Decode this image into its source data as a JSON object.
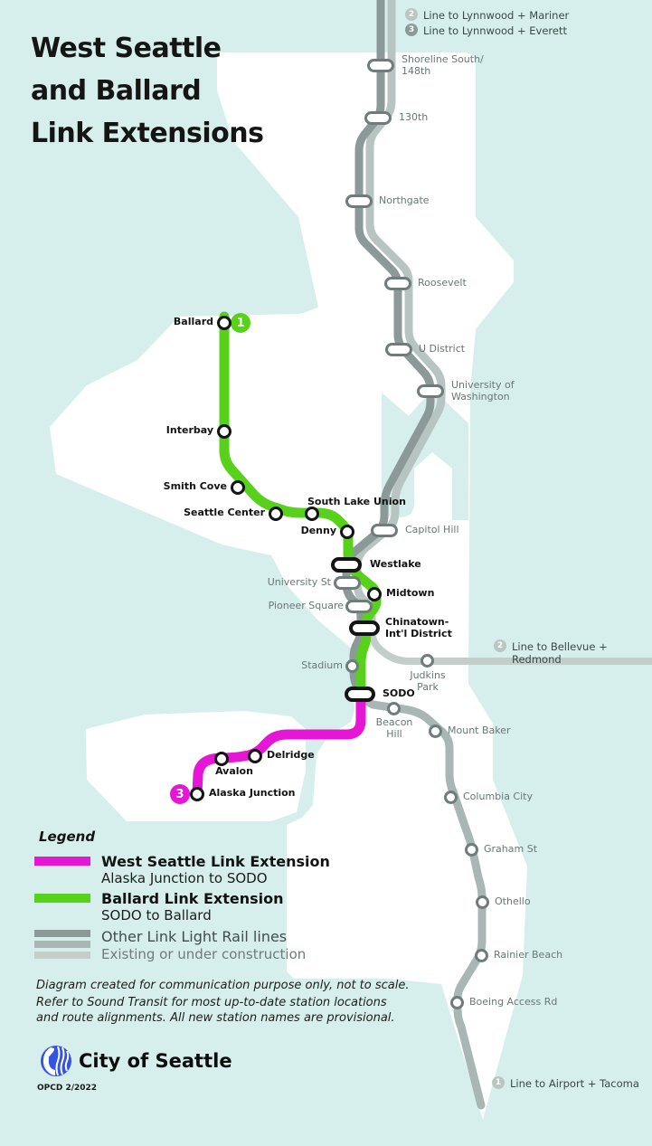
{
  "title": "West Seattle\nand Ballard\nLink Extensions",
  "colors": {
    "background_teal": "#d7efec",
    "land_white": "#ffffff",
    "west_seattle_magenta": "#e516d5",
    "ballard_green": "#58d11b",
    "rail_dark_gray": "#8b9a98",
    "rail_medium_gray": "#a9b7b4",
    "rail_light_gray": "#bfcbc8",
    "logo_blue": "#3353e3"
  },
  "route_badges": {
    "top": [
      {
        "number": "2",
        "label": "Line to Lynnwood + Mariner"
      },
      {
        "number": "3",
        "label": "Line to Lynnwood + Everett"
      }
    ],
    "east": {
      "number": "2",
      "label": "Line to Bellevue + Redmond"
    },
    "south": {
      "number": "1",
      "label": "Line to Airport + Tacoma"
    },
    "ballard_terminus": "1",
    "west_seattle_terminus": "3"
  },
  "stations": {
    "shoreline": "Shoreline South/\n148th",
    "s130th": "130th",
    "northgate": "Northgate",
    "roosevelt": "Roosevelt",
    "udistrict": "U District",
    "uw": "University of\nWashington",
    "capitolhill": "Capitol Hill",
    "universityst": "University St",
    "pioneersq": "Pioneer Square",
    "westlake": "Westlake",
    "midtown": "Midtown",
    "chinatown": "Chinatown-\nInt'l District",
    "sodo": "SODO",
    "stadium": "Stadium",
    "judkins": "Judkins\nPark",
    "beaconhill": "Beacon\nHill",
    "mountbaker": "Mount Baker",
    "columbiacity": "Columbia City",
    "grahamst": "Graham St",
    "othello": "Othello",
    "rainierbeach": "Rainier Beach",
    "boeing": "Boeing Access Rd",
    "ballard": "Ballard",
    "interbay": "Interbay",
    "smithcove": "Smith Cove",
    "seattlecenter": "Seattle Center",
    "slu": "South Lake Union",
    "denny": "Denny",
    "delridge": "Delridge",
    "avalon": "Avalon",
    "alaskajunction": "Alaska Junction"
  },
  "legend": {
    "title": "Legend",
    "items": [
      {
        "title": "West Seattle Link Extension",
        "subtitle": "Alaska Junction to SODO"
      },
      {
        "title": "Ballard Link Extension",
        "subtitle": "SODO to Ballard"
      },
      {
        "title": "Other Link Light Rail lines",
        "subtitle": "Existing or under construction"
      }
    ]
  },
  "notes": {
    "line1": "Diagram created for communication purpose only, not to scale.",
    "line2": "Refer to Sound Transit for most up-to-date station locations\nand route alignments. All new station names are provisional."
  },
  "footer": {
    "org": "City of Seattle",
    "credit": "OPCD 2/2022"
  }
}
